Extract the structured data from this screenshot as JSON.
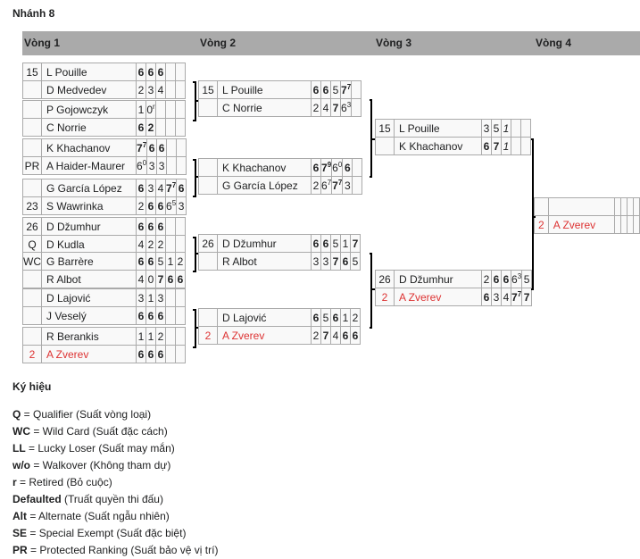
{
  "title": "Nhánh 8",
  "rounds": [
    "Vòng 1",
    "Vòng 2",
    "Vòng 3",
    "Vòng 4"
  ],
  "round1": [
    {
      "players": [
        {
          "seed": "15",
          "name": "L Pouille",
          "scores": [
            {
              "s": "6",
              "b": true
            },
            {
              "s": "6",
              "b": true
            },
            {
              "s": "6",
              "b": true
            },
            {
              "s": ""
            },
            {
              "s": ""
            }
          ]
        },
        {
          "seed": "",
          "name": "D Medvedev",
          "scores": [
            {
              "s": "2"
            },
            {
              "s": "3"
            },
            {
              "s": "4"
            },
            {
              "s": ""
            },
            {
              "s": ""
            }
          ]
        }
      ]
    },
    {
      "players": [
        {
          "seed": "",
          "name": "P Gojowczyk",
          "scores": [
            {
              "s": "1"
            },
            {
              "s": "0",
              "sup": "r"
            },
            {
              "s": ""
            },
            {
              "s": ""
            },
            {
              "s": ""
            }
          ]
        },
        {
          "seed": "",
          "name": "C Norrie",
          "scores": [
            {
              "s": "6",
              "b": true
            },
            {
              "s": "2",
              "b": true
            },
            {
              "s": ""
            },
            {
              "s": ""
            },
            {
              "s": ""
            }
          ]
        }
      ]
    },
    {
      "players": [
        {
          "seed": "",
          "name": "K Khachanov",
          "scores": [
            {
              "s": "7",
              "sup": "7",
              "b": true
            },
            {
              "s": "6",
              "b": true
            },
            {
              "s": "6",
              "b": true
            },
            {
              "s": ""
            },
            {
              "s": ""
            }
          ]
        },
        {
          "seed": "PR",
          "name": "A Haider-Maurer",
          "scores": [
            {
              "s": "6",
              "sup": "0"
            },
            {
              "s": "3"
            },
            {
              "s": "3"
            },
            {
              "s": ""
            },
            {
              "s": ""
            }
          ]
        }
      ]
    },
    {
      "players": [
        {
          "seed": "",
          "name": "G García López",
          "scores": [
            {
              "s": "6",
              "b": true
            },
            {
              "s": "3"
            },
            {
              "s": "4"
            },
            {
              "s": "7",
              "sup": "7",
              "b": true
            },
            {
              "s": "6",
              "b": true
            }
          ]
        },
        {
          "seed": "23",
          "name": "S Wawrinka",
          "scores": [
            {
              "s": "2"
            },
            {
              "s": "6",
              "b": true
            },
            {
              "s": "6",
              "b": true
            },
            {
              "s": "6",
              "sup": "5"
            },
            {
              "s": "3"
            }
          ]
        }
      ]
    },
    {
      "players": [
        {
          "seed": "26",
          "name": "D Džumhur",
          "scores": [
            {
              "s": "6",
              "b": true
            },
            {
              "s": "6",
              "b": true
            },
            {
              "s": "6",
              "b": true
            },
            {
              "s": ""
            },
            {
              "s": ""
            }
          ]
        },
        {
          "seed": "Q",
          "name": "D Kudla",
          "scores": [
            {
              "s": "4"
            },
            {
              "s": "2"
            },
            {
              "s": "2"
            },
            {
              "s": ""
            },
            {
              "s": ""
            }
          ]
        }
      ]
    },
    {
      "players": [
        {
          "seed": "WC",
          "name": "G Barrère",
          "scores": [
            {
              "s": "6",
              "b": true
            },
            {
              "s": "6",
              "b": true
            },
            {
              "s": "5"
            },
            {
              "s": "1"
            },
            {
              "s": "2"
            }
          ]
        },
        {
          "seed": "",
          "name": "R Albot",
          "scores": [
            {
              "s": "4"
            },
            {
              "s": "0"
            },
            {
              "s": "7",
              "b": true
            },
            {
              "s": "6",
              "b": true
            },
            {
              "s": "6",
              "b": true
            }
          ]
        }
      ]
    },
    {
      "players": [
        {
          "seed": "",
          "name": "D Lajović",
          "scores": [
            {
              "s": "3"
            },
            {
              "s": "1"
            },
            {
              "s": "3"
            },
            {
              "s": ""
            },
            {
              "s": ""
            }
          ]
        },
        {
          "seed": "",
          "name": "J Veselý",
          "scores": [
            {
              "s": "6",
              "b": true
            },
            {
              "s": "6",
              "b": true
            },
            {
              "s": "6",
              "b": true
            },
            {
              "s": ""
            },
            {
              "s": ""
            }
          ]
        }
      ]
    },
    {
      "players": [
        {
          "seed": "",
          "name": "R Berankis",
          "scores": [
            {
              "s": "1"
            },
            {
              "s": "1"
            },
            {
              "s": "2"
            },
            {
              "s": ""
            },
            {
              "s": ""
            }
          ]
        },
        {
          "seed": "2",
          "name": "A Zverev",
          "red": true,
          "scores": [
            {
              "s": "6",
              "b": true
            },
            {
              "s": "6",
              "b": true
            },
            {
              "s": "6",
              "b": true
            },
            {
              "s": ""
            },
            {
              "s": ""
            }
          ]
        }
      ]
    }
  ],
  "round2": [
    {
      "players": [
        {
          "seed": "15",
          "name": "L Pouille",
          "scores": [
            {
              "s": "6",
              "b": true
            },
            {
              "s": "6",
              "b": true
            },
            {
              "s": "5"
            },
            {
              "s": "7",
              "sup": "7",
              "b": true
            }
          ]
        },
        {
          "seed": "",
          "name": "C Norrie",
          "scores": [
            {
              "s": "2"
            },
            {
              "s": "4"
            },
            {
              "s": "7",
              "b": true
            },
            {
              "s": "6",
              "sup": "3"
            }
          ]
        }
      ]
    },
    {
      "players": [
        {
          "seed": "",
          "name": "K Khachanov",
          "scores": [
            {
              "s": "6",
              "b": true
            },
            {
              "s": "7",
              "sup": "9",
              "b": true
            },
            {
              "s": "6",
              "sup": "0"
            },
            {
              "s": "6",
              "b": true
            }
          ]
        },
        {
          "seed": "",
          "name": "G García López",
          "scores": [
            {
              "s": "2"
            },
            {
              "s": "6",
              "sup": "7"
            },
            {
              "s": "7",
              "sup": "7",
              "b": true
            },
            {
              "s": "3"
            }
          ]
        }
      ]
    },
    {
      "players": [
        {
          "seed": "26",
          "name": "D Džumhur",
          "scores": [
            {
              "s": "6",
              "b": true
            },
            {
              "s": "6",
              "b": true
            },
            {
              "s": "5"
            },
            {
              "s": "1"
            },
            {
              "s": "7",
              "b": true
            }
          ]
        },
        {
          "seed": "",
          "name": "R Albot",
          "scores": [
            {
              "s": "3"
            },
            {
              "s": "3"
            },
            {
              "s": "7",
              "b": true
            },
            {
              "s": "6",
              "b": true
            },
            {
              "s": "5"
            }
          ]
        }
      ]
    },
    {
      "players": [
        {
          "seed": "",
          "name": "D Lajović",
          "scores": [
            {
              "s": "6",
              "b": true
            },
            {
              "s": "5"
            },
            {
              "s": "6",
              "b": true
            },
            {
              "s": "1"
            },
            {
              "s": "2"
            }
          ]
        },
        {
          "seed": "2",
          "name": "A Zverev",
          "red": true,
          "scores": [
            {
              "s": "2"
            },
            {
              "s": "7",
              "b": true
            },
            {
              "s": "4"
            },
            {
              "s": "6",
              "b": true
            },
            {
              "s": "6",
              "b": true
            }
          ]
        }
      ]
    }
  ],
  "round3": [
    {
      "players": [
        {
          "seed": "15",
          "name": "L Pouille",
          "scores": [
            {
              "s": "3"
            },
            {
              "s": "5"
            },
            {
              "s": "1",
              "i": true
            }
          ]
        },
        {
          "seed": "",
          "name": "K Khachanov",
          "scores": [
            {
              "s": "6",
              "b": true
            },
            {
              "s": "7",
              "b": true
            },
            {
              "s": "1",
              "i": true
            }
          ]
        }
      ]
    },
    {
      "players": [
        {
          "seed": "26",
          "name": "D Džumhur",
          "scores": [
            {
              "s": "2"
            },
            {
              "s": "6",
              "b": true
            },
            {
              "s": "6",
              "b": true
            },
            {
              "s": "6",
              "sup": "3"
            },
            {
              "s": "5"
            }
          ]
        },
        {
          "seed": "2",
          "name": "A Zverev",
          "red": true,
          "scores": [
            {
              "s": "6",
              "b": true
            },
            {
              "s": "3"
            },
            {
              "s": "4"
            },
            {
              "s": "7",
              "sup": "7",
              "b": true
            },
            {
              "s": "7",
              "b": true
            }
          ]
        }
      ]
    }
  ],
  "round4": [
    {
      "players": [
        {
          "seed": "",
          "name": "",
          "scores": []
        },
        {
          "seed": "2",
          "name": "A Zverev",
          "red": true,
          "scores": []
        }
      ]
    }
  ],
  "legend": {
    "title": "Ký hiệu",
    "items": [
      {
        "abbr": "Q",
        "text": " = Qualifier (Suất vòng loại)"
      },
      {
        "abbr": "WC",
        "text": " = Wild Card (Suất đặc cách)"
      },
      {
        "abbr": "LL",
        "text": " = Lucky Loser (Suất may mắn)"
      },
      {
        "abbr": "w/o",
        "text": " = Walkover (Không tham dự)"
      },
      {
        "abbr": "r",
        "text": " = Retired (Bỏ cuộc)"
      },
      {
        "abbr": "Defaulted",
        "text": " (Truất quyền thi đấu)"
      },
      {
        "abbr": "Alt",
        "text": " = Alternate (Suất ngẫu nhiên)"
      },
      {
        "abbr": "SE",
        "text": " = Special Exempt (Suất đặc biệt)"
      },
      {
        "abbr": "PR",
        "text": " = Protected Ranking (Suất bảo vệ vị trí)"
      }
    ]
  }
}
